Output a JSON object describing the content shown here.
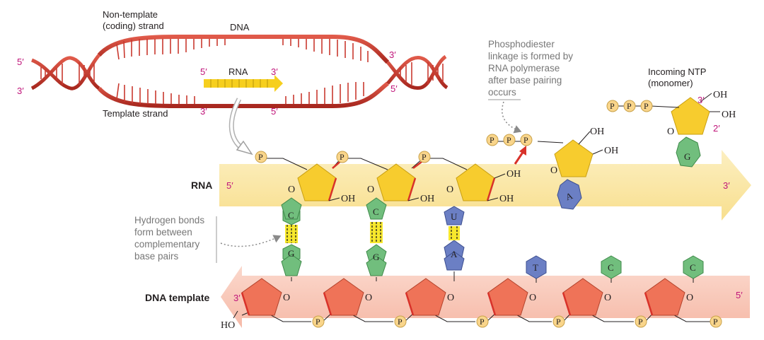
{
  "dna_overview": {
    "label_nontemplate": "Non-template",
    "label_coding": "(coding) strand",
    "label_dna": "DNA",
    "label_rna": "RNA",
    "label_template": "Template strand",
    "top_left_end": "5′",
    "top_right_end": "3′",
    "bottom_left_end": "3′",
    "bottom_right_end": "5′",
    "rna_start": "5′",
    "rna_end": "3′",
    "template_bubble_left": "3′",
    "template_bubble_right": "5′"
  },
  "rna_band": {
    "label": "RNA",
    "left_end": "5′",
    "right_end": "3′"
  },
  "dna_band": {
    "label": "DNA template",
    "left_end": "3′",
    "right_end": "5′",
    "ho_label": "HO"
  },
  "annotations": {
    "phosphodiester": [
      "Phosphodiester",
      "linkage is formed by",
      "RNA polymerase",
      "after base pairing",
      "occurs"
    ],
    "hydrogen_bonds": [
      "Hydrogen bonds",
      "form between",
      "complementary",
      "base pairs"
    ],
    "incoming_ntp": [
      "Incoming NTP",
      "(monomer)"
    ]
  },
  "chem": {
    "phosphate": "P",
    "ring_oxygen": "O",
    "hydroxyl": "OH",
    "hydroxyl_left": "OH",
    "prime3": "3′",
    "prime2": "2′"
  },
  "rna_bases": [
    "C",
    "C",
    "U",
    "A",
    "G"
  ],
  "dna_bases": [
    "G",
    "G",
    "A",
    "T",
    "C",
    "C"
  ],
  "colors": {
    "rna_band": "#fbeab0",
    "dna_band": "#f9cdc0",
    "sugar_yellow": "#f7cc2e",
    "sugar_red": "#ef7358",
    "phosphate": "#f9d58b",
    "base_green": "#71be7d",
    "base_blue": "#6b7fc4",
    "helix": "#c9392f",
    "accent_magenta": "#c0157a"
  }
}
